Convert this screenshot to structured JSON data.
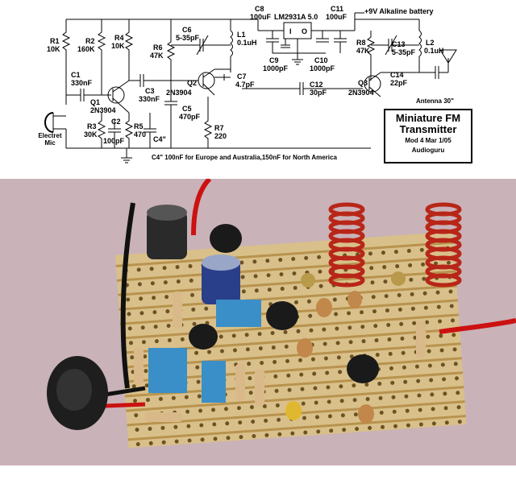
{
  "schematic": {
    "title": "Miniature FM Transmitter",
    "subtitle": "Mod 4 Mar 1/05",
    "author": "Audioguru",
    "battery_label": "+9V Alkaline battery",
    "regulator_label": "LM2931A 5.0",
    "regulator_pins": [
      "I",
      "O"
    ],
    "antenna_label": "Antenna 30\"",
    "mic_label": "Electret Mic",
    "note": "C4\" 100nF for Europe and Australia,150nF for North America",
    "components": [
      {
        "id": "R1",
        "value": "10K"
      },
      {
        "id": "R2",
        "value": "160K"
      },
      {
        "id": "R4",
        "value": "10K"
      },
      {
        "id": "R6",
        "value": "47K"
      },
      {
        "id": "C6",
        "value": "5-35pF"
      },
      {
        "id": "L1",
        "value": "0.1uH"
      },
      {
        "id": "C8",
        "value": "100uF"
      },
      {
        "id": "C11",
        "value": "100uF"
      },
      {
        "id": "C9",
        "value": "1000pF"
      },
      {
        "id": "C10",
        "value": "1000pF"
      },
      {
        "id": "R8",
        "value": "47K"
      },
      {
        "id": "C13",
        "value": "5-35pF"
      },
      {
        "id": "L2",
        "value": "0.1uH"
      },
      {
        "id": "C14",
        "value": "22pF"
      },
      {
        "id": "C1",
        "value": "330nF"
      },
      {
        "id": "C3",
        "value": "330nF"
      },
      {
        "id": "Q1",
        "value": "2N3904"
      },
      {
        "id": "Q2",
        "value": "2N3904"
      },
      {
        "id": "Q3",
        "value": "2N3904"
      },
      {
        "id": "C7",
        "value": "4.7pF"
      },
      {
        "id": "C12",
        "value": "30pF"
      },
      {
        "id": "C5",
        "value": "470pF"
      },
      {
        "id": "R3",
        "value": "30K"
      },
      {
        "id": "C2",
        "value": "100pF"
      },
      {
        "id": "R5",
        "value": "470"
      },
      {
        "id": "C4\"",
        "value": ""
      },
      {
        "id": "R7",
        "value": "220"
      }
    ]
  },
  "photo": {
    "colors": {
      "board": "#d9c08a",
      "track": "#b8934e",
      "carpet": "#c9b2b8",
      "coil": "#b82618"
    }
  }
}
